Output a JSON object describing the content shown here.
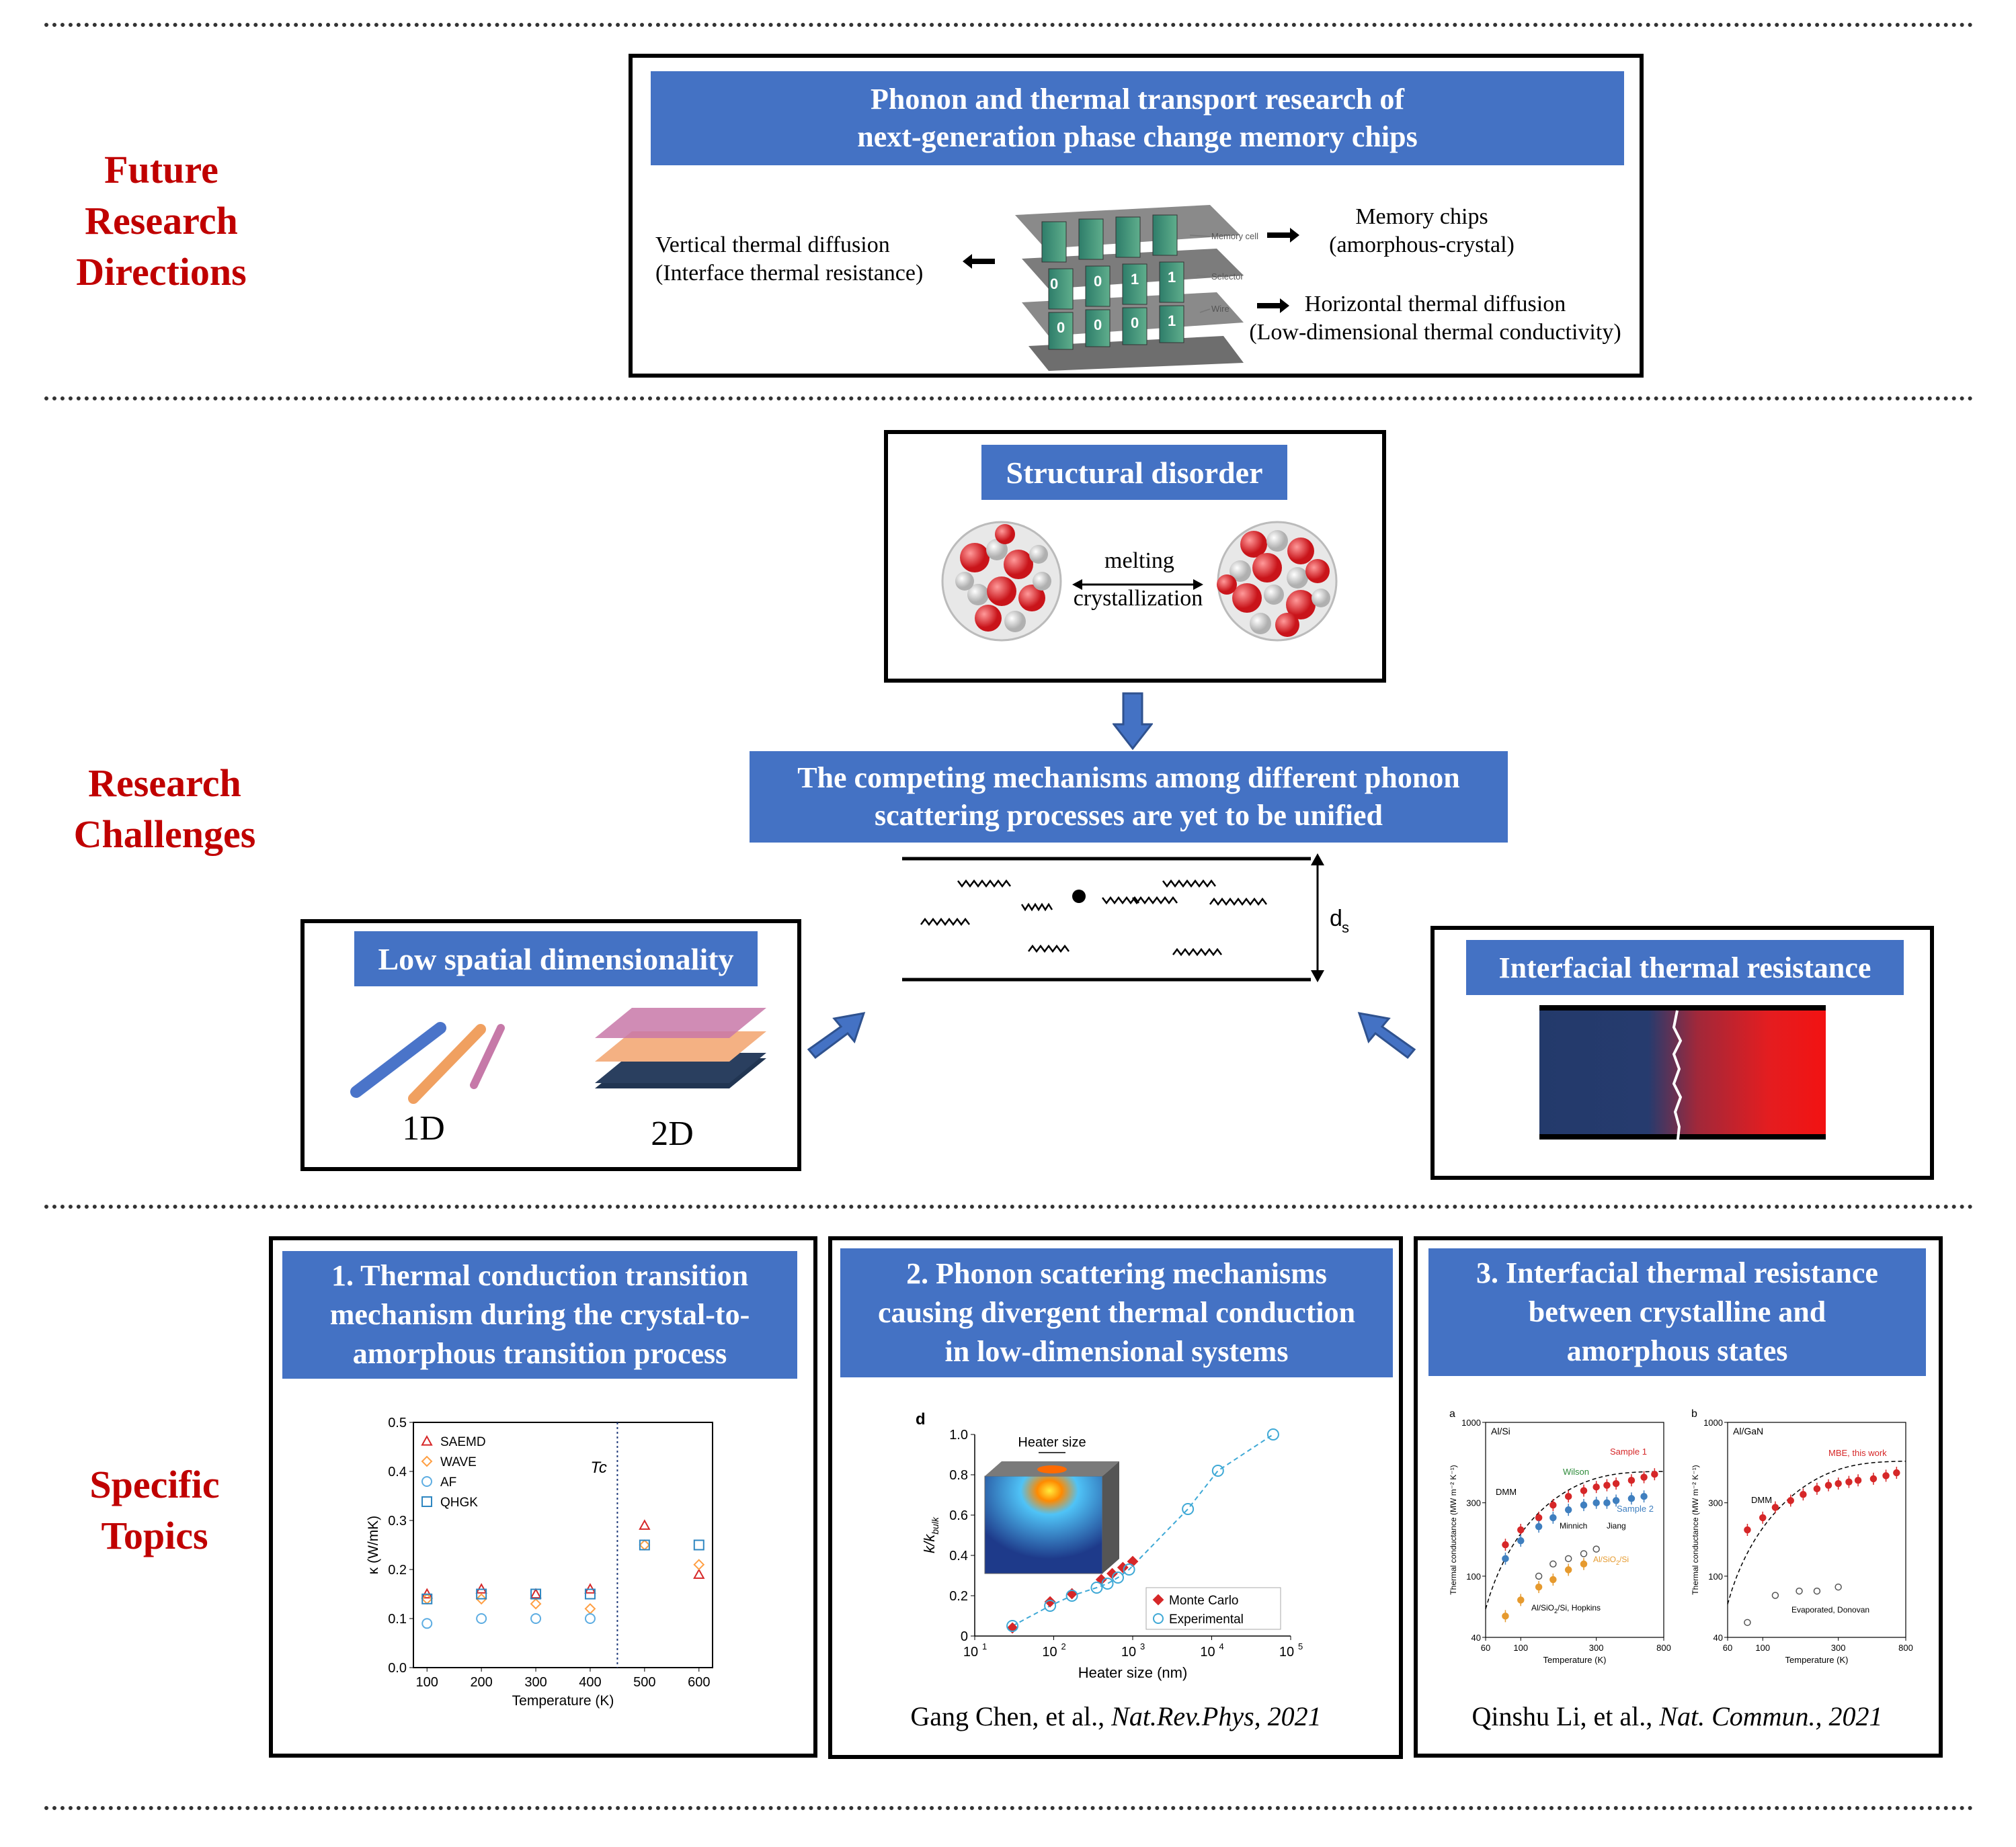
{
  "sections": {
    "future": "Future\nResearch\nDirections",
    "challenges": "Research\nChallenges",
    "topics": "Specific\nTopics"
  },
  "future_box": {
    "title": "Phonon and thermal transport research of\nnext-generation phase change memory chips",
    "vertical": "Vertical thermal diffusion\n(Interface thermal resistance)",
    "memory": "Memory chips\n(amorphous-crystal)",
    "horizontal": "Horizontal thermal diffusion\n(Low-dimensional thermal conductivity)",
    "chip_labels": [
      "Memory cell",
      "Selector",
      "Wire"
    ],
    "chip_bits": [
      "0",
      "0",
      "1",
      "1",
      "0",
      "0",
      "0",
      "1"
    ]
  },
  "challenges": {
    "structural_title": "Structural disorder",
    "melting": "melting",
    "crystallization": "crystallization",
    "competing_title": "The competing mechanisms among different phonon\nscattering processes are yet to be unified",
    "ds_label": "d",
    "ds_sub": "s",
    "low_dim_title": "Low spatial dimensionality",
    "label_1d": "1D",
    "label_2d": "2D",
    "interfacial_title": "Interfacial thermal resistance"
  },
  "topics": {
    "t1_title": "1. Thermal conduction transition\nmechanism during the crystal-to-\namorphous transition process",
    "t2_title": "2. Phonon scattering mechanisms\ncausing divergent thermal conduction\nin low-dimensional systems",
    "t3_title": "3. Interfacial thermal resistance\nbetween crystalline and\namorphous states",
    "t2_citation_authors": "Gang Chen, et al., ",
    "t2_citation_journal": "Nat.Rev.Phys",
    "t2_citation_year": ",  2021",
    "t3_citation_authors": "Qinshu Li, et al., ",
    "t3_citation_journal": "Nat. Commun.",
    "t3_citation_year": ",  2021"
  },
  "chart_data": [
    {
      "type": "scatter",
      "xlabel": "Temperature (K)",
      "ylabel": "κ (W/mK)",
      "xlim": [
        75,
        625
      ],
      "ylim": [
        0.0,
        0.5
      ],
      "x_ticks": [
        "100",
        "200",
        "300",
        "400",
        "500",
        "600"
      ],
      "y_ticks": [
        "0.0",
        "0.1",
        "0.2",
        "0.3",
        "0.4",
        "0.5"
      ],
      "annotation": "Tc",
      "annotation_x": 450,
      "legend_position": "top-left",
      "series": [
        {
          "name": "SAEMD",
          "marker": "triangle",
          "color": "#d62728",
          "x": [
            100,
            200,
            300,
            400,
            500,
            600
          ],
          "y": [
            0.15,
            0.16,
            0.15,
            0.16,
            0.29,
            0.19
          ]
        },
        {
          "name": "WAVE",
          "marker": "diamond",
          "color": "#ff9f43",
          "x": [
            100,
            200,
            300,
            400,
            500,
            600
          ],
          "y": [
            0.14,
            0.14,
            0.13,
            0.12,
            0.25,
            0.21
          ]
        },
        {
          "name": "AF",
          "marker": "circle",
          "color": "#5dade2",
          "x": [
            100,
            200,
            300,
            400
          ],
          "y": [
            0.09,
            0.1,
            0.1,
            0.1
          ]
        },
        {
          "name": "QHGK",
          "marker": "square",
          "color": "#2e86c1",
          "x": [
            100,
            200,
            300,
            400,
            500,
            600
          ],
          "y": [
            0.14,
            0.15,
            0.15,
            0.15,
            0.25,
            0.25
          ]
        }
      ]
    },
    {
      "type": "scatter",
      "panel_label": "d",
      "xlabel": "Heater size (nm)",
      "ylabel": "k/k",
      "ylabel_sub": "bulk",
      "x_scale": "log",
      "xlim": [
        10,
        100000
      ],
      "ylim": [
        0,
        1.0
      ],
      "x_ticks": [
        "10",
        "10",
        "10",
        "10",
        "10"
      ],
      "x_tick_exps": [
        "1",
        "2",
        "3",
        "4",
        "5"
      ],
      "y_ticks": [
        "0",
        "0.2",
        "0.4",
        "0.6",
        "0.8",
        "1.0"
      ],
      "inset_label": "Heater size",
      "legend_position": "bottom-right",
      "series": [
        {
          "name": "Monte Carlo",
          "marker": "diamond",
          "color": "#d62728",
          "x": [
            30,
            90,
            170,
            400,
            550,
            750,
            1000
          ],
          "y": [
            0.04,
            0.17,
            0.21,
            0.28,
            0.31,
            0.34,
            0.37
          ]
        },
        {
          "name": "Experimental",
          "marker": "circle",
          "color": "#3fa9d6",
          "x": [
            30,
            90,
            170,
            350,
            480,
            650,
            900,
            5000,
            12000,
            60000
          ],
          "y": [
            0.05,
            0.15,
            0.2,
            0.24,
            0.26,
            0.29,
            0.33,
            0.63,
            0.82,
            1.0
          ]
        }
      ]
    },
    {
      "type": "scatter",
      "panel_label": "a",
      "panel_title": "Al/Si",
      "ylabel": "Thermal conductance (MW m⁻² K⁻¹)",
      "ylabel_text": "Thermal conductance (MW m",
      "ylabel_exp1": "−2",
      "ylabel_mid": " K",
      "ylabel_exp2": "−1",
      "ylabel_end": ")",
      "xlabel": "Temperature (K)",
      "x_scale": "log",
      "y_scale": "log",
      "x_ticks": [
        "60",
        "100",
        "300",
        "800"
      ],
      "y_ticks": [
        "40",
        "100",
        "300",
        "1000"
      ],
      "labels": [
        "Sample 1",
        "Wilson",
        "DMM",
        "Minnich",
        "Jiang",
        "Sample 2",
        "Al/SiO",
        "2",
        "/Si",
        "Al/SiO",
        "2",
        "/Si, Hopkins"
      ],
      "series": [
        {
          "name": "Sample 1",
          "color": "#d62728",
          "x": [
            80,
            100,
            130,
            160,
            200,
            250,
            300,
            350,
            400,
            500,
            600,
            700
          ],
          "y": [
            160,
            200,
            240,
            290,
            330,
            360,
            380,
            390,
            400,
            420,
            440,
            460
          ]
        },
        {
          "name": "Sample 2",
          "color": "#3f7fbf",
          "x": [
            80,
            100,
            130,
            160,
            200,
            250,
            300,
            350,
            400,
            500,
            600
          ],
          "y": [
            130,
            170,
            210,
            240,
            270,
            290,
            300,
            300,
            310,
            320,
            330
          ]
        },
        {
          "name": "Al/SiO2/Si",
          "color": "#e69a2e",
          "x": [
            80,
            100,
            130,
            160,
            200,
            250
          ],
          "y": [
            55,
            70,
            85,
            95,
            110,
            120
          ]
        },
        {
          "name": "Al/SiO2/Si, Hopkins",
          "color": "#555555",
          "x": [
            130,
            160,
            200,
            250,
            300
          ],
          "y": [
            100,
            120,
            130,
            140,
            150
          ]
        }
      ]
    },
    {
      "type": "scatter",
      "panel_label": "b",
      "panel_title": "Al/GaN",
      "xlabel": "Temperature (K)",
      "ylabel": "Thermal conductance (MW m⁻² K⁻¹)",
      "x_scale": "log",
      "y_scale": "log",
      "x_ticks": [
        "60",
        "100",
        "300",
        "800"
      ],
      "y_ticks": [
        "40",
        "100",
        "300",
        "1000"
      ],
      "labels": [
        "MBE, this work",
        "DMM",
        "Evaporated, Donovan"
      ],
      "series": [
        {
          "name": "MBE, this work",
          "color": "#d62728",
          "x": [
            80,
            100,
            120,
            150,
            180,
            220,
            260,
            300,
            350,
            400,
            500,
            600,
            700
          ],
          "y": [
            200,
            240,
            280,
            310,
            340,
            370,
            390,
            400,
            410,
            420,
            430,
            450,
            470
          ]
        },
        {
          "name": "Evaporated, Donovan",
          "color": "#555555",
          "x": [
            80,
            120,
            170,
            220,
            300
          ],
          "y": [
            50,
            75,
            80,
            80,
            85
          ]
        }
      ]
    }
  ]
}
